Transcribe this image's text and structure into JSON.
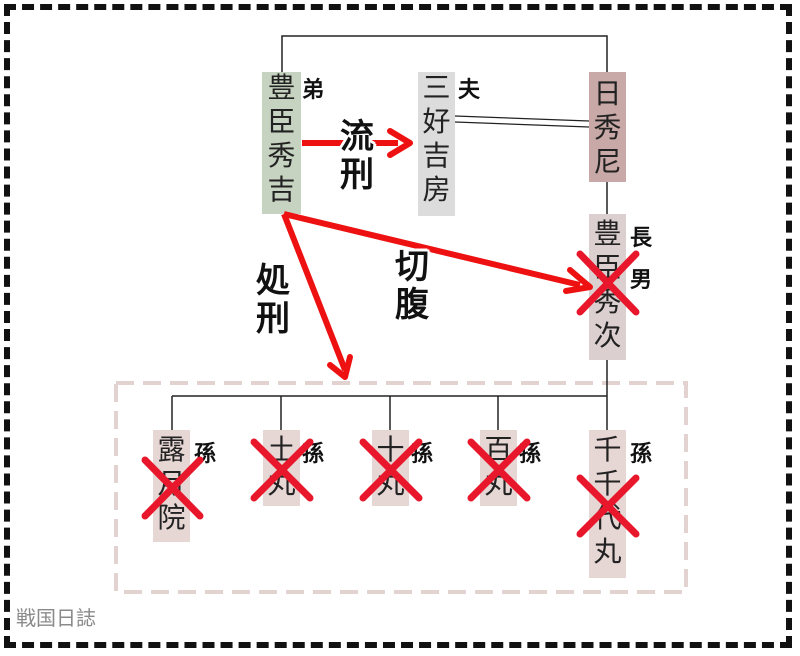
{
  "colors": {
    "frame": "#111111",
    "line": "#222222",
    "arrow": "#ee1111",
    "cross": "#e8172b",
    "box_hideyoshi": "#c6d3c0",
    "box_miyoshi": "#dcdcdc",
    "box_nisshu": "#c9a9a7",
    "box_hidetsugu": "#dccfcf",
    "box_grandchild": "#e6d6d4",
    "group_border": "#e2d2d0"
  },
  "people": {
    "hideyoshi": {
      "name": [
        "豊",
        "臣",
        "秀",
        "吉"
      ],
      "relation": "弟"
    },
    "miyoshi": {
      "name": [
        "三",
        "好",
        "吉",
        "房"
      ],
      "relation": "夫"
    },
    "nisshu": {
      "name": [
        "日",
        "秀",
        "尼"
      ]
    },
    "hidetsugu": {
      "name": [
        "豊",
        "臣",
        "秀",
        "次"
      ],
      "relation_top": "長",
      "relation_bottom": "男"
    },
    "grandchildren": [
      {
        "name": [
          "露",
          "月",
          "院"
        ],
        "relation": "孫"
      },
      {
        "name": [
          "土",
          "丸"
        ],
        "relation": "孫"
      },
      {
        "name": [
          "十",
          "丸"
        ],
        "relation": "孫"
      },
      {
        "name": [
          "百",
          "丸"
        ],
        "relation": "孫"
      },
      {
        "name": [
          "千",
          "千",
          "代",
          "丸"
        ],
        "relation": "孫"
      }
    ]
  },
  "actions": {
    "exile": [
      "流",
      "刑"
    ],
    "seppuku": [
      "切",
      "腹"
    ],
    "execution": [
      "処",
      "刑"
    ]
  },
  "footer": "戦国日誌"
}
